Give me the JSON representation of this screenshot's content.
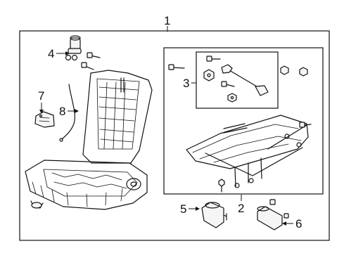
{
  "diagram": {
    "callouts": {
      "c1": "1",
      "c2": "2",
      "c3": "3",
      "c4": "4",
      "c5": "5",
      "c6": "6",
      "c7": "7",
      "c8": "8"
    },
    "colors": {
      "line": "#111111",
      "background": "#ffffff"
    }
  }
}
